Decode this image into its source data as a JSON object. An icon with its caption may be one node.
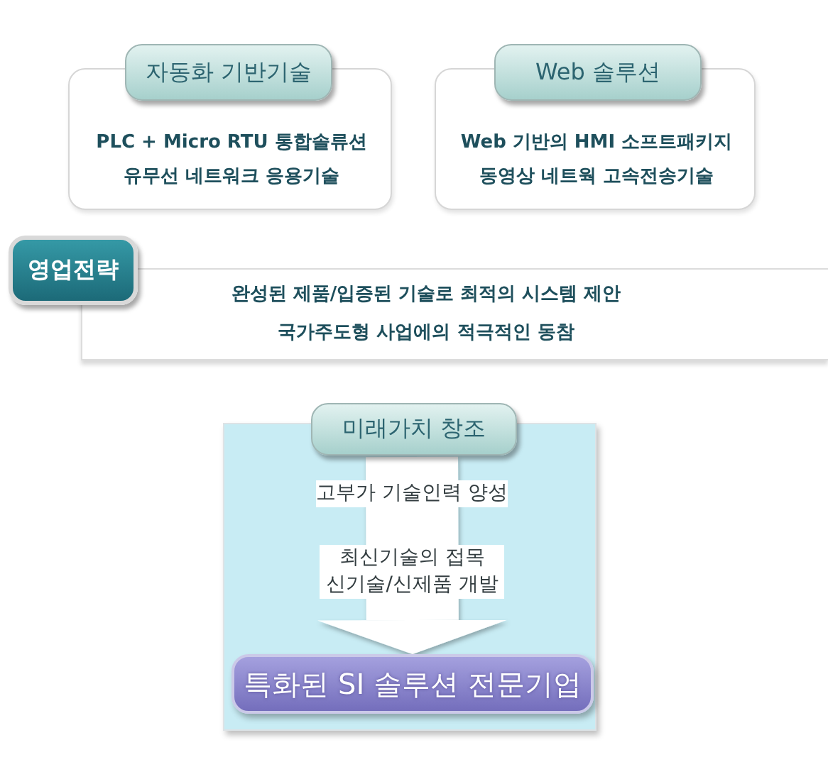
{
  "diagram": {
    "nodes": [
      {
        "text": [
          "자동화 기반기술",
          "PLC + Micro RTU 통합솔류션",
          "유무선 네트워크 응용기술"
        ]
      },
      {
        "text": [
          "Web 솔루션",
          "Web 기반의 HMI 소프트패키지",
          "동영상 네트웍 고속전송기술"
        ]
      },
      {
        "text": [
          "영업전략",
          "완성된 제품/입증된 기술로 최적의 시스템 제안",
          "국가주도형 사업에의 적극적인 동참"
        ]
      },
      {
        "text": [
          "미래가치 창조"
        ]
      },
      {
        "text": [
          "특화된 SI 솔루션 전문기업"
        ],
        "in": 3
      }
    ],
    "edges": [
      {
        "from": null,
        "to": 4,
        "arrow": "to",
        "label": "최신기술의 접목 신기술/신제품 개발"
      }
    ],
    "labels": [
      "고부가 기술인력 양성"
    ]
  }
}
